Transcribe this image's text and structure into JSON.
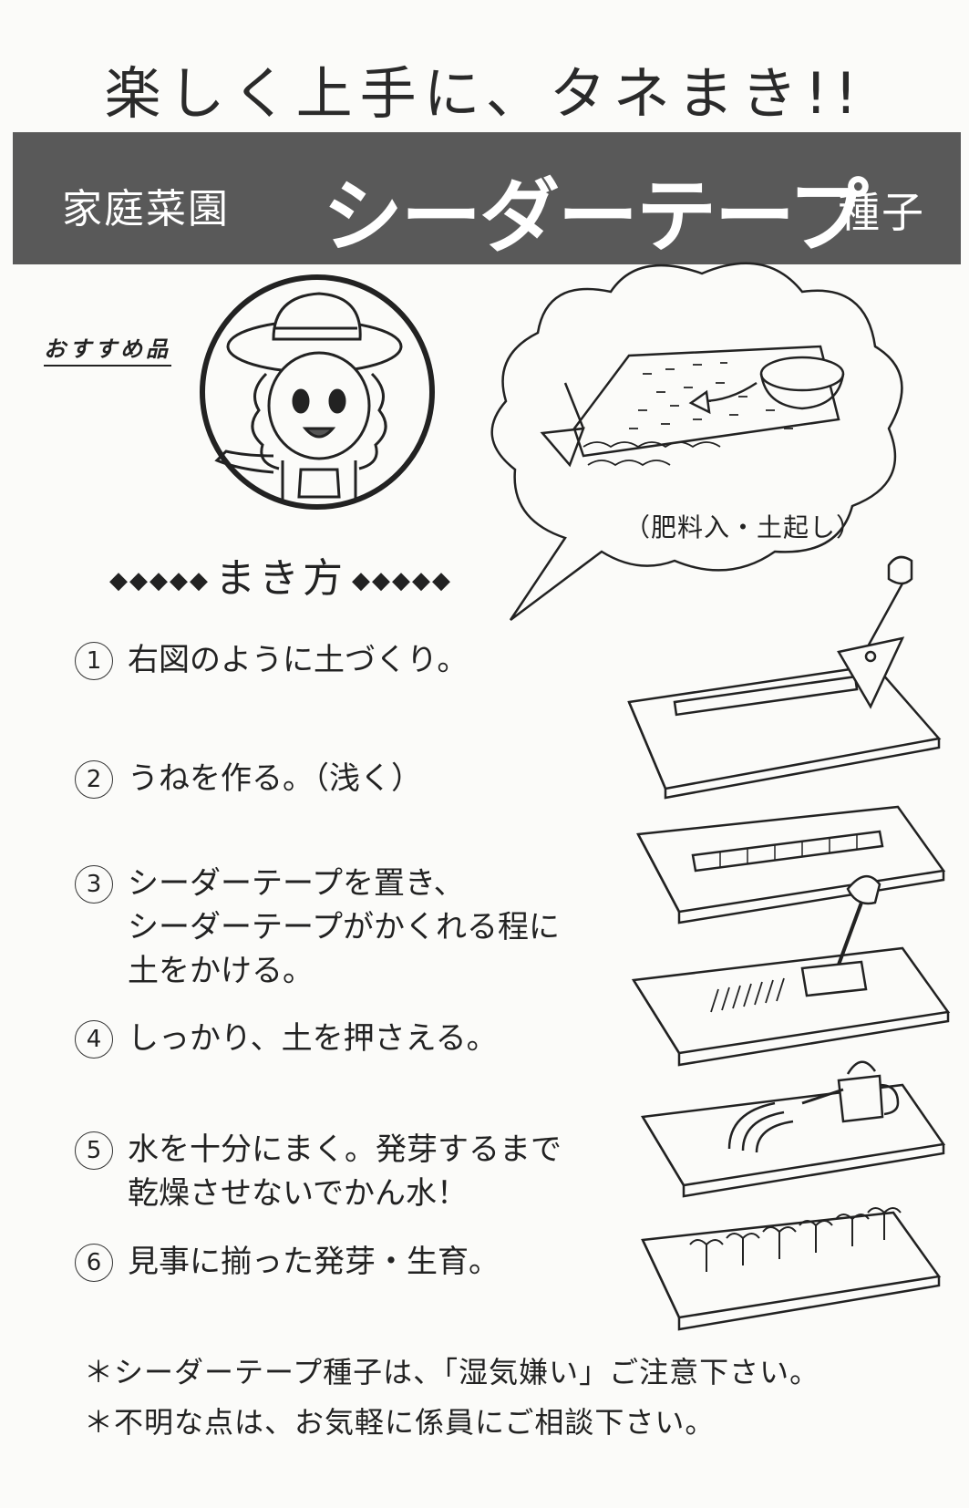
{
  "title": "楽しく上手に、タネまき!!",
  "banner": {
    "prefix": "家庭菜園",
    "brand": "シーダーテープ",
    "suffix": "種子"
  },
  "badge": "おすすめ品",
  "bubble_caption": "（肥料入・土起し）",
  "section": {
    "deco": "◆◆◆◆◆",
    "title": "まき方"
  },
  "steps": [
    {
      "num": "1",
      "lines": [
        "右図のように土づくり。"
      ]
    },
    {
      "num": "2",
      "lines": [
        "うねを作る。（浅く）"
      ]
    },
    {
      "num": "3",
      "lines": [
        "シーダーテープを置き、",
        "シーダーテープがかくれる程に",
        "土をかける。"
      ]
    },
    {
      "num": "4",
      "lines": [
        "しっかり、土を押さえる。"
      ]
    },
    {
      "num": "5",
      "lines": [
        "水を十分にまく。発芽するまで",
        "乾燥させないでかん水！"
      ]
    },
    {
      "num": "6",
      "lines": [
        "見事に揃った発芽・生育。"
      ]
    }
  ],
  "notes": [
    "＊シーダーテープ種子は、「湿気嫌い」ご注意下さい。",
    "＊不明な点は、お気軽に係員にご相談下さい。"
  ]
}
